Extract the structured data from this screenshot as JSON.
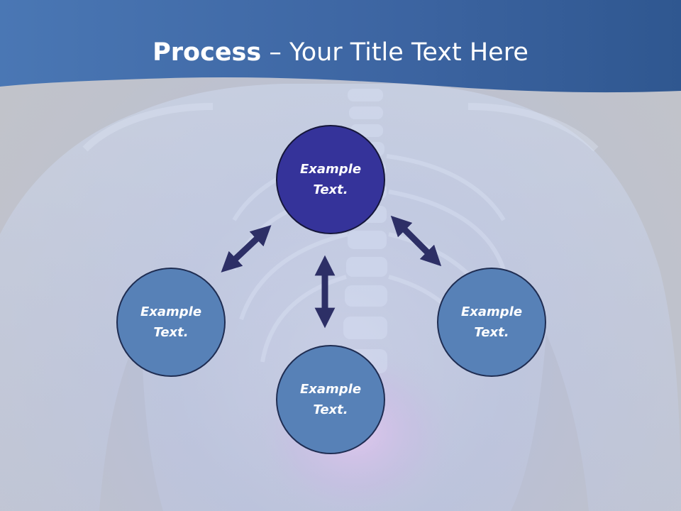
{
  "slide": {
    "title_bold": "Process",
    "title_rest": " – Your Title Text Here"
  },
  "diagram": {
    "nodes": [
      {
        "id": "top",
        "label": "Example Text."
      },
      {
        "id": "left",
        "label": "Example Text."
      },
      {
        "id": "bottom",
        "label": "Example Text."
      },
      {
        "id": "right",
        "label": "Example Text."
      }
    ],
    "connections": [
      {
        "from": "top",
        "to": "left",
        "style": "double-arrow"
      },
      {
        "from": "top",
        "to": "right",
        "style": "double-arrow"
      },
      {
        "from": "top",
        "to": "bottom",
        "style": "double-arrow"
      }
    ]
  },
  "colors": {
    "header": "#3e67a3",
    "node_primary": "#35339a",
    "node_secondary": "#5781b7",
    "arrow": "#2d2f66"
  }
}
